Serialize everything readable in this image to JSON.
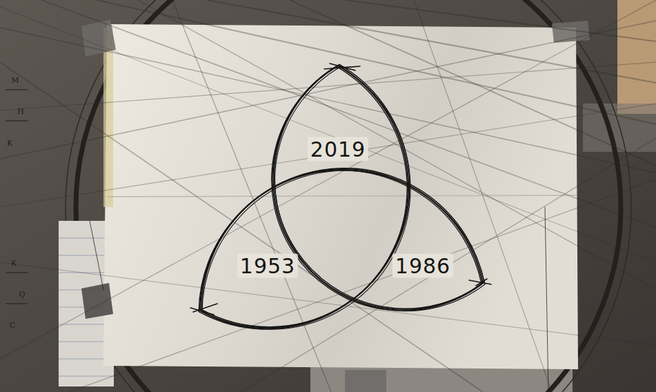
{
  "diagram": {
    "labels": [
      "2019",
      "1953",
      "1986",
      "M",
      "H",
      "K",
      "K",
      "Q",
      "C"
    ]
  }
}
